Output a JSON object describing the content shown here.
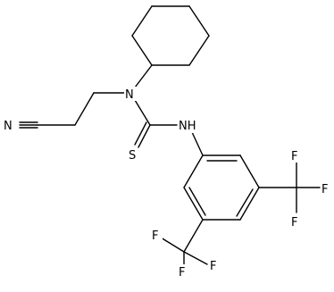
{
  "atoms": {
    "n_nitrile": "N",
    "n_amine": "N",
    "s_thio": "S",
    "nh": "NH",
    "f1a": "F",
    "f1b": "F",
    "f1c": "F",
    "f2a": "F",
    "f2b": "F",
    "f2c": "F"
  },
  "colors": {
    "bond": "#000000",
    "label": "#000000",
    "background": "#ffffff"
  }
}
